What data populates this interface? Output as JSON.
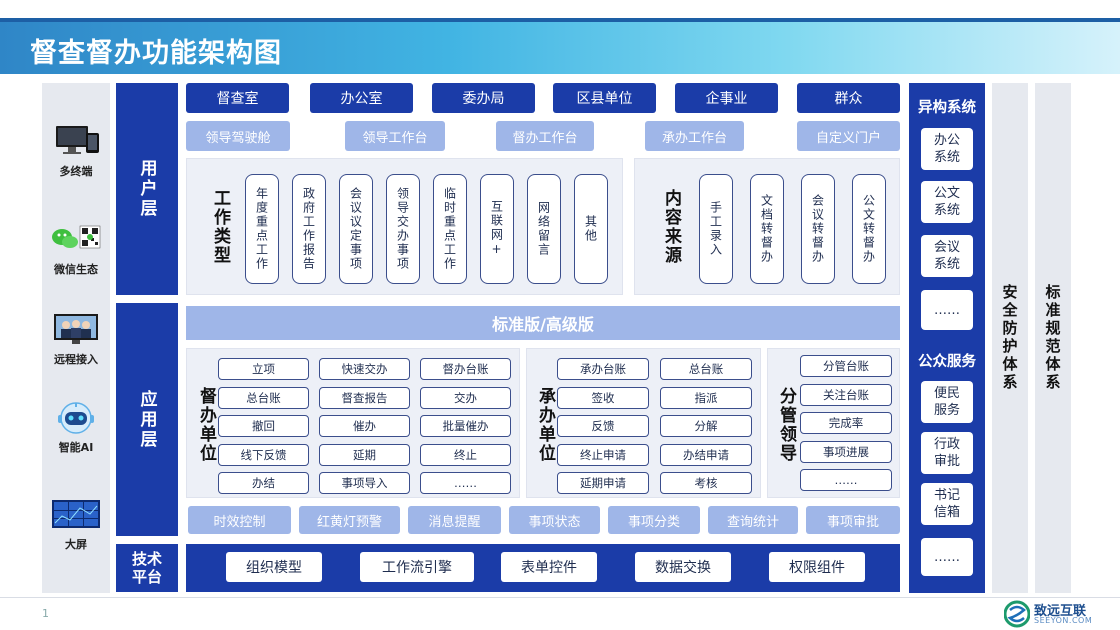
{
  "title": "督查督办功能架构图",
  "terminals": [
    {
      "label": "多终端",
      "icon": "monitor-tablet-icon"
    },
    {
      "label": "微信生态",
      "icon": "wechat-icon"
    },
    {
      "label": "远程接入",
      "icon": "video-conference-icon"
    },
    {
      "label": "智能AI",
      "icon": "robot-icon"
    },
    {
      "label": "大屏",
      "icon": "video-wall-icon"
    }
  ],
  "layers": {
    "user": "用户层",
    "app": "应用层",
    "tech": "技术平台"
  },
  "orgs": [
    "督查室",
    "办公室",
    "委办局",
    "区县单位",
    "企事业",
    "群众"
  ],
  "portals": [
    "领导驾驶舱",
    "领导工作台",
    "督办工作台",
    "承办工作台",
    "自定义门户"
  ],
  "work_types": {
    "heading": "工作类型",
    "items": [
      "年度重点工作",
      "政府工作报告",
      "会议议定事项",
      "领导交办事项",
      "临时重点工作",
      "互联网+",
      "网络留言",
      "其他"
    ]
  },
  "content_sources": {
    "heading": "内容来源",
    "items": [
      "手工录入",
      "文档转督办",
      "会议转督办",
      "公文转督办"
    ]
  },
  "edition_band": "标准版/高级版",
  "supervising_unit": {
    "heading": "督办单位",
    "items": [
      "立项",
      "快速交办",
      "督办台账",
      "总台账",
      "督查报告",
      "交办",
      "撤回",
      "催办",
      "批量催办",
      "线下反馈",
      "延期",
      "终止",
      "办结",
      "事项导入",
      "……"
    ]
  },
  "handling_unit": {
    "heading": "承办单位",
    "items": [
      "承办台账",
      "总台账",
      "签收",
      "指派",
      "反馈",
      "分解",
      "终止申请",
      "办结申请",
      "延期申请",
      "考核"
    ]
  },
  "leader": {
    "heading": "分管领导",
    "items": [
      "分管台账",
      "关注台账",
      "完成率",
      "事项进展",
      "……"
    ]
  },
  "features": [
    "时效控制",
    "红黄灯预警",
    "消息提醒",
    "事项状态",
    "事项分类",
    "查询统计",
    "事项审批"
  ],
  "tech_items": [
    "组织模型",
    "工作流引擎",
    "表单控件",
    "数据交换",
    "权限组件"
  ],
  "hetero": {
    "heading": "异构系统",
    "items": [
      "办公系统",
      "公文系统",
      "会议系统",
      "……"
    ]
  },
  "public_service": {
    "heading": "公众服务",
    "items": [
      "便民服务",
      "行政审批",
      "书记信箱",
      "……"
    ]
  },
  "security": "安全防护体系",
  "standards": "标准规范体系",
  "page_number": "1",
  "brand": {
    "cn": "致远互联",
    "en": "SEEYON.COM"
  },
  "colors": {
    "primary": "#1b3ca8",
    "light": "#9fb6e8",
    "panel": "#edf0f7",
    "side": "#e6e9ef"
  }
}
